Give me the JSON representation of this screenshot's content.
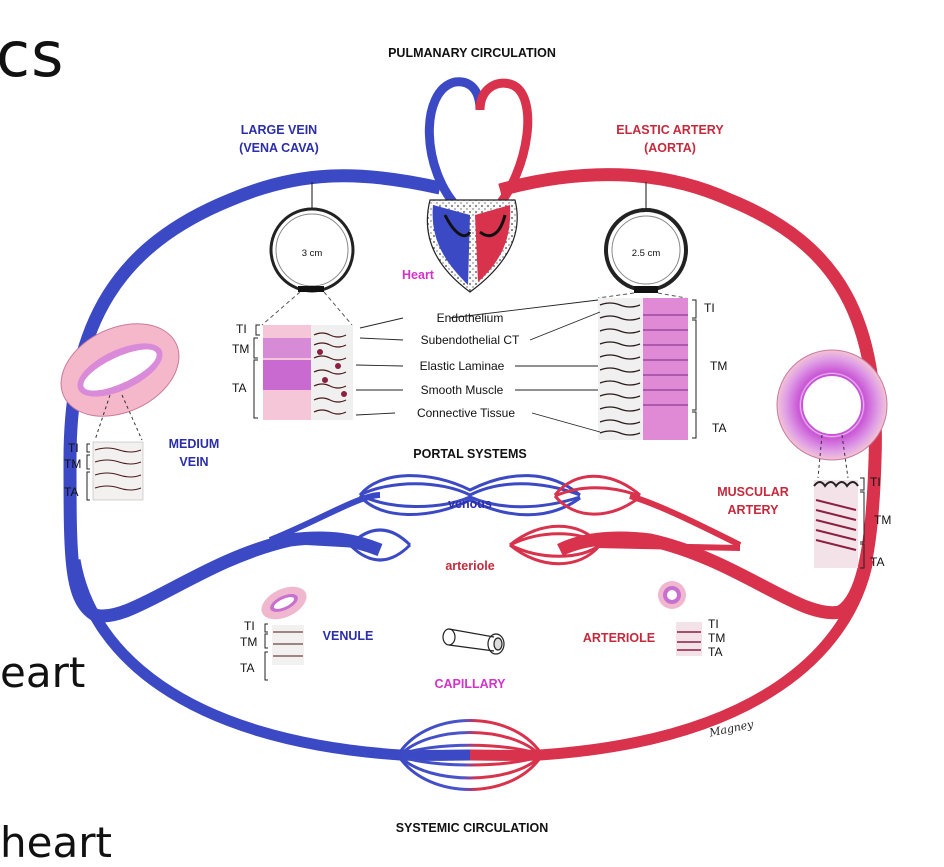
{
  "background_text": {
    "title_fragment": "cs",
    "line1_fragment": "eart",
    "line2_fragment": "heart"
  },
  "diagram": {
    "pulmonary": "PULMANARY CIRCULATION",
    "systemic": "SYSTEMIC CIRCULATION",
    "portal": "PORTAL SYSTEMS",
    "large_vein_1": "LARGE VEIN",
    "large_vein_2": "(VENA CAVA)",
    "elastic_artery_1": "ELASTIC ARTERY",
    "elastic_artery_2": "(AORTA)",
    "heart": "Heart",
    "vein_diameter": "3 cm",
    "artery_diameter": "2.5 cm",
    "layers": [
      "Endothelium",
      "Subendothelial CT",
      "Elastic Laminae",
      "Smooth Muscle",
      "Connective Tissue"
    ],
    "medium_vein_1": "MEDIUM",
    "medium_vein_2": "VEIN",
    "muscular_artery_1": "MUSCULAR",
    "muscular_artery_2": "ARTERY",
    "venous": "venous",
    "arteriole_portal": "arteriole",
    "venule": "VENULE",
    "capillary": "CAPILLARY",
    "arteriole": "ARTERIOLE",
    "ti": "TI",
    "tm": "TM",
    "ta": "TA",
    "signature": "Magney"
  },
  "colors": {
    "vein": "#3b49c4",
    "artery": "#d8324c",
    "tissue": "#e28ab8",
    "muscle": "#c955d6",
    "label_blue": "#2b2ea8",
    "label_red": "#c42a3c",
    "label_magenta": "#d233c8"
  }
}
